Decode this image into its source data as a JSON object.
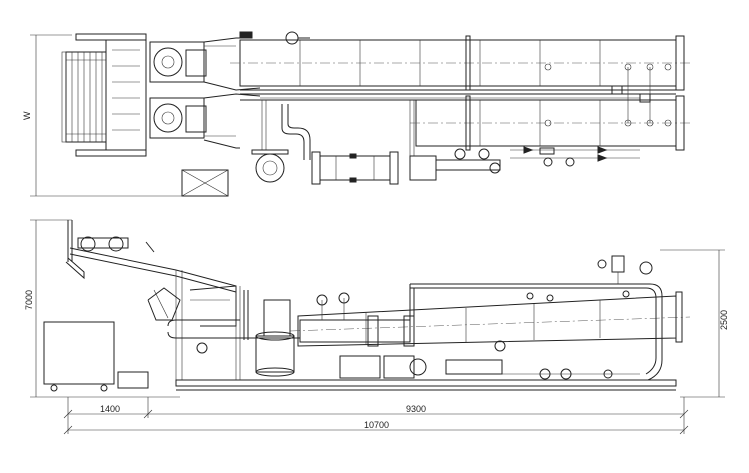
{
  "drawing": {
    "title": "",
    "labels": {
      "plan_width": "W",
      "elev_height_left": "7000",
      "elev_height_right": "2500",
      "dim_left": "1400",
      "dim_mid": "9300",
      "dim_total": "10700"
    }
  }
}
